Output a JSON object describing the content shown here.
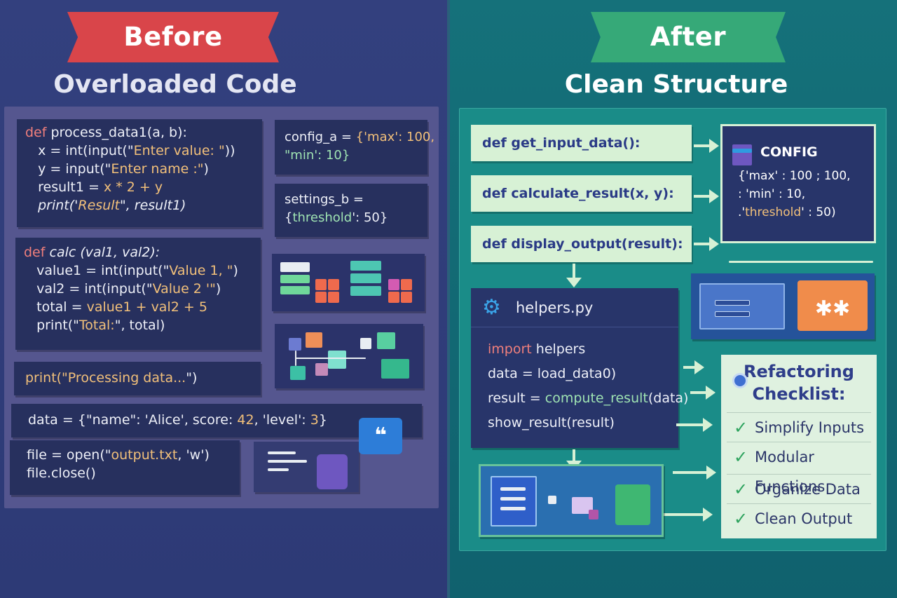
{
  "before": {
    "banner": "Before",
    "subtitle": "Overloaded Code",
    "block1": {
      "l1_kw": "def",
      "l1_rest": " process_data1(a, b):",
      "l2a": "   x = int(input(\"",
      "l2s": "Enter value: \"",
      "l2b": "))",
      "l3a": "   y = input(\"",
      "l3s": "Enter name :\"",
      "l3b": ")",
      "l4a": "   result1 = ",
      "l4s": "x * 2 + y",
      "l5a": "   print('",
      "l5s": "Result",
      "l5b": "\", result1)"
    },
    "config_a": {
      "l1a": "config_a = ",
      "l1s": "{'max': 100,",
      "l2a": "\"min': 10}"
    },
    "settings_b": {
      "l1": "settings_b =",
      "l2a": "{",
      "l2s": "threshold",
      "l2b": "': 50}"
    },
    "block2": {
      "l1_kw": "def",
      "l1_rest": " calc (val1, val2):",
      "l2a": "   value1 = int(input(\"",
      "l2s": "Value 1, \"",
      "l2b": ")",
      "l3a": "   val2 = int(input(\"",
      "l3s": "Value 2 '\"",
      "l3b": ")",
      "l4a": "   total = ",
      "l4s": "value1 + val2 + 5",
      "l5a": "   print(\"",
      "l5s": "Total:",
      "l5b": "\", total)"
    },
    "print_line": {
      "a": "print(\"",
      "s": "Processing data...",
      "b": "\")"
    },
    "data_line": {
      "a": "data = {\"name\": 'Alice', score: ",
      "s1": "42",
      "b": ", 'level': ",
      "s2": "3",
      "c": "}"
    },
    "file_block": {
      "l1a": "file = open(\"",
      "l1s": "output.txt",
      "l1b": ", 'w')",
      "l2": "file.close()"
    }
  },
  "after": {
    "banner": "After",
    "subtitle": "Clean Structure",
    "functions": [
      "def get_input_data():",
      "def calculate_result(x, y):",
      "def display_output(result):"
    ],
    "config": {
      "title": "CONFIG",
      "body": "{'max' : 100 ; 100,\n: 'min' : 10,\n.'",
      "body_s": "threshold",
      "body_b": "' : 50)"
    },
    "helpers": {
      "title": "helpers.py",
      "l1_kw": "import",
      "l1_rest": " helpers",
      "l2": "data = load_data0)",
      "l3a": "result = ",
      "l3s": "compute_result",
      "l3b": "(data)",
      "l4": "show_result(result)"
    },
    "checklist": {
      "title_l1": "Refactoring",
      "title_l2": "Checklist:",
      "items": [
        "Simplify Inputs",
        "Modular Functions",
        "Organize Data",
        "Clean Output"
      ]
    }
  },
  "colors": {
    "before_banner": "#d9454a",
    "after_banner": "#36a978",
    "keyword": "#f07f7c",
    "string": "#f2c07a",
    "check": "#2ea35e"
  }
}
